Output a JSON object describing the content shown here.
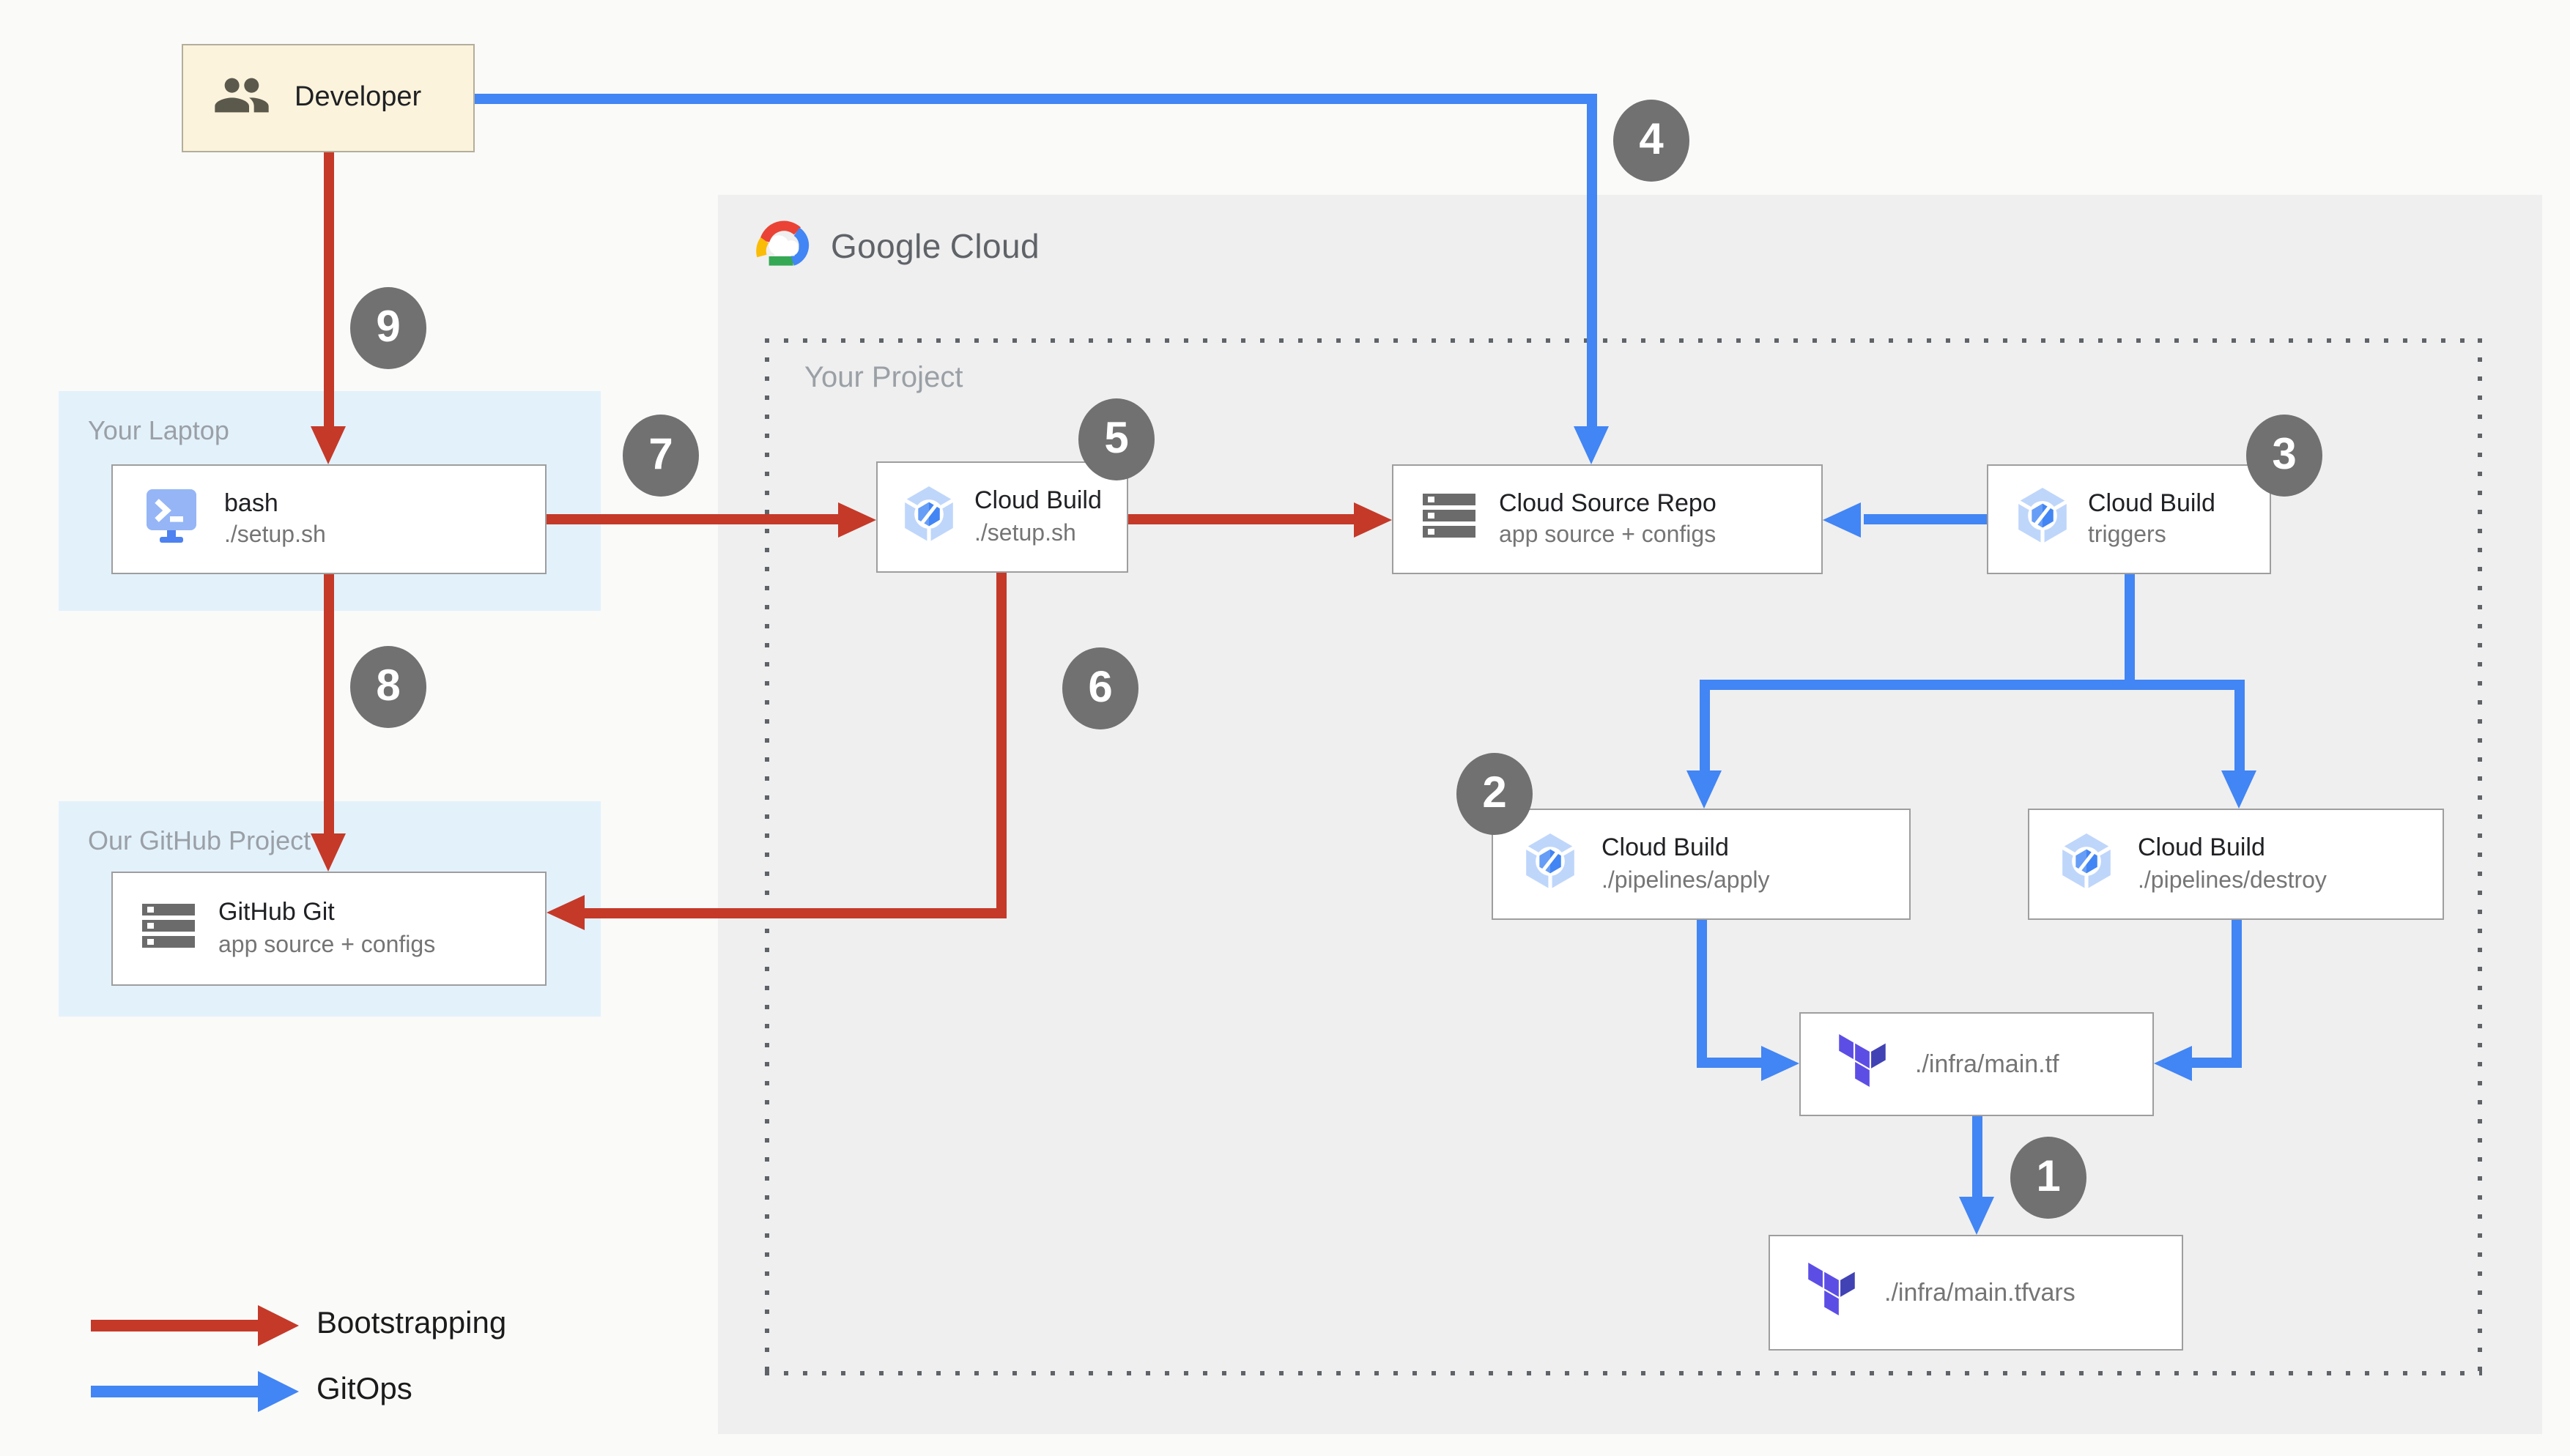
{
  "developer": {
    "label": "Developer"
  },
  "google_cloud": {
    "brand_google": "Google",
    "brand_cloud": "Cloud"
  },
  "regions": {
    "your_laptop": "Your Laptop",
    "our_github_project": "Our GitHub Project",
    "your_project": "Your Project"
  },
  "nodes": {
    "bash": {
      "title": "bash",
      "subtitle": "./setup.sh"
    },
    "github_git": {
      "title": "GitHub Git",
      "subtitle": "app source + configs"
    },
    "cloud_build_setup": {
      "title": "Cloud Build",
      "subtitle": "./setup.sh"
    },
    "cloud_source_repo": {
      "title": "Cloud Source Repo",
      "subtitle": "app source + configs"
    },
    "cloud_build_triggers": {
      "title": "Cloud Build",
      "subtitle": "triggers"
    },
    "cloud_build_apply": {
      "title": "Cloud Build",
      "subtitle": "./pipelines/apply"
    },
    "cloud_build_destroy": {
      "title": "Cloud Build",
      "subtitle": "./pipelines/destroy"
    },
    "infra_main_tf": {
      "title": "./infra/main.tf"
    },
    "infra_main_tfvars": {
      "title": "./infra/main.tfvars"
    }
  },
  "badges": [
    "1",
    "2",
    "3",
    "4",
    "5",
    "6",
    "7",
    "8",
    "9"
  ],
  "legend": {
    "bootstrapping": "Bootstrapping",
    "gitops": "GitOps"
  },
  "colors": {
    "bootstrap_red": "#C53929",
    "gitops_blue": "#4285F4",
    "badge_gray": "#717171",
    "developer_box_bg": "#FBF3DC",
    "laptop_github_panel_bg": "#E3F1FB",
    "google_cloud_region_bg": "#EFEFEF",
    "terraform_purple": "#5C4EE5",
    "terraform_indigo": "#4142B4"
  }
}
